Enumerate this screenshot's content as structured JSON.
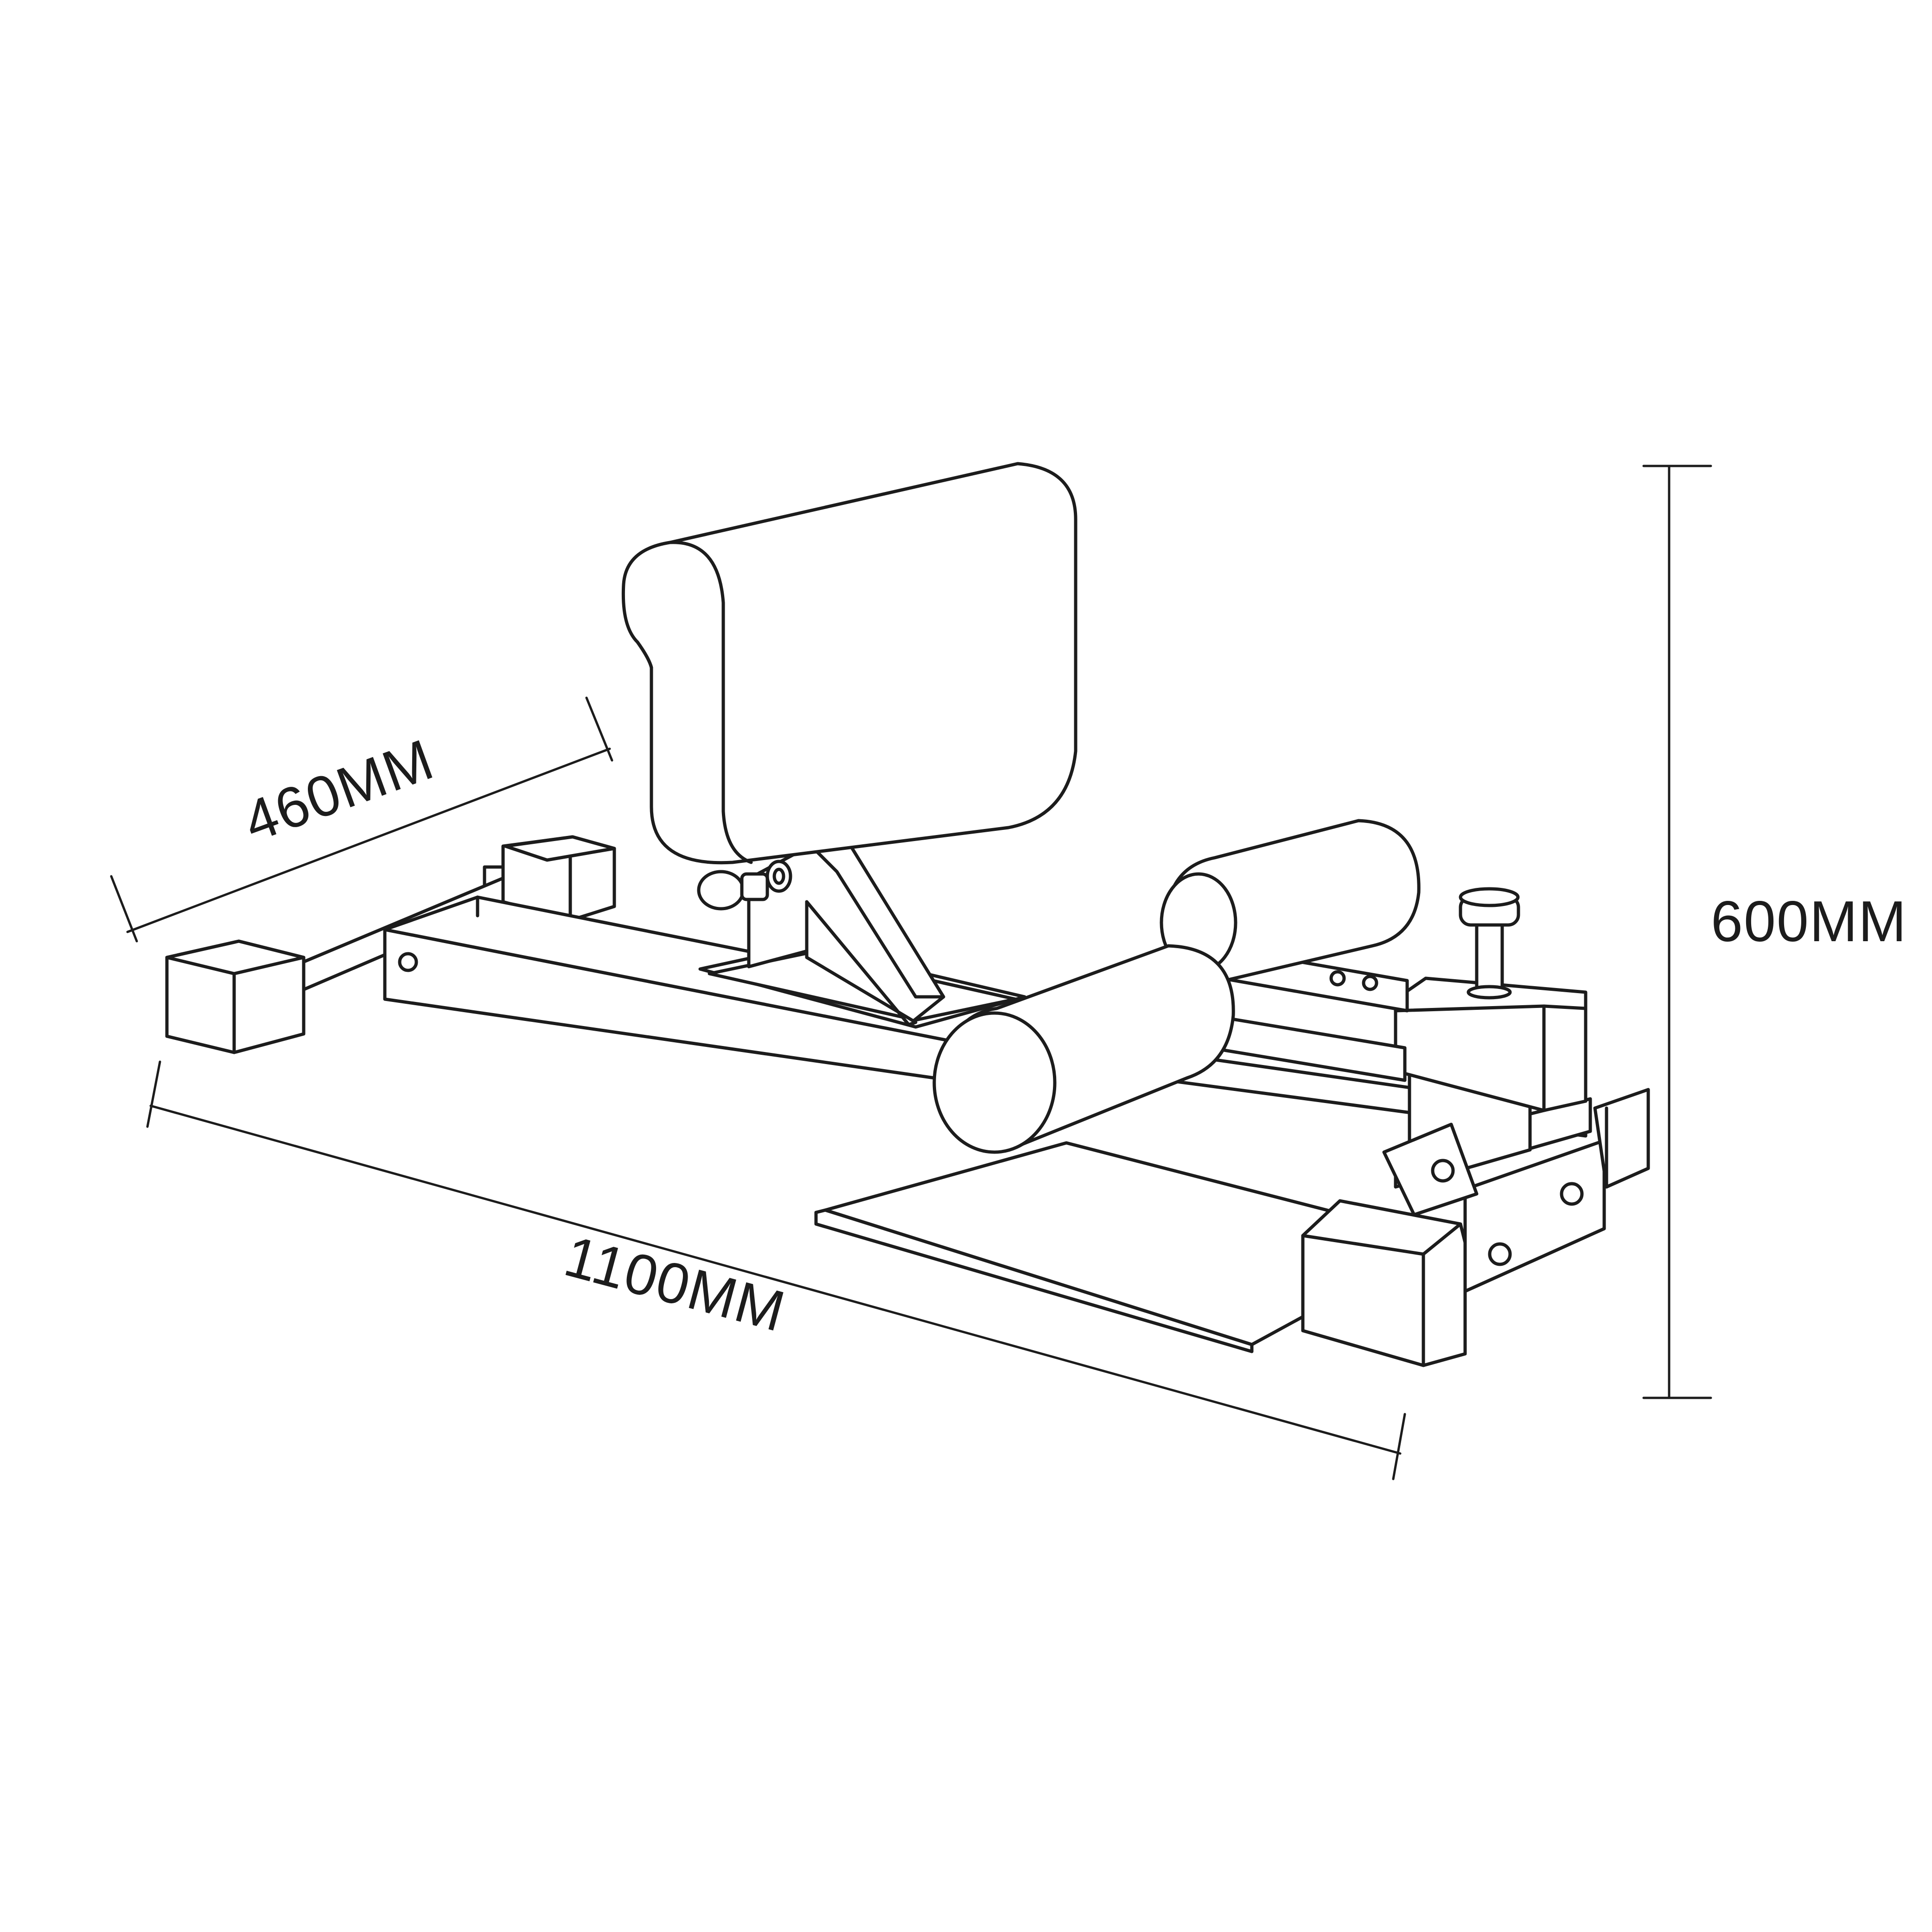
{
  "dimensions": {
    "depth": "460MM",
    "length": "1100MM",
    "height": "600MM"
  },
  "colors": {
    "line": "#1c1c1c",
    "background": "#ffffff"
  }
}
